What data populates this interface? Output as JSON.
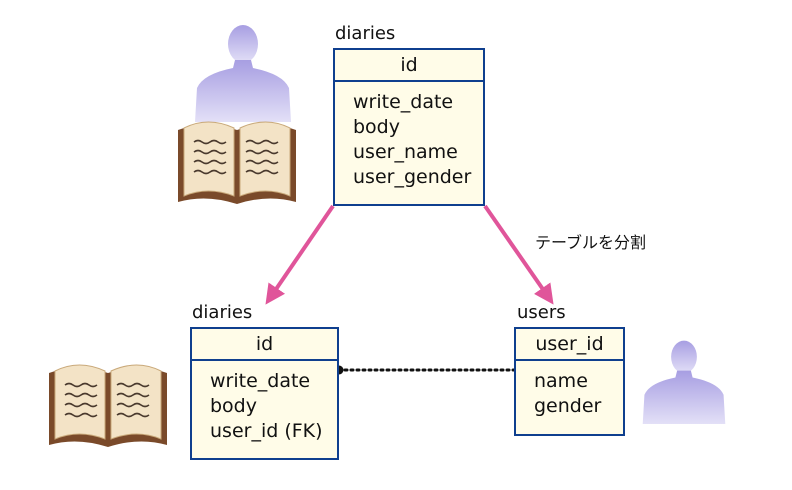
{
  "original": {
    "table_name": "diaries",
    "primary_key": "id",
    "columns": [
      "write_date",
      "body",
      "user_name",
      "user_gender"
    ]
  },
  "split_caption": "テーブルを分割",
  "diaries": {
    "table_name": "diaries",
    "primary_key": "id",
    "columns": [
      "write_date",
      "body",
      "user_id (FK)"
    ]
  },
  "users": {
    "table_name": "users",
    "primary_key": "user_id",
    "columns": [
      "name",
      "gender"
    ]
  },
  "colors": {
    "table_border": "#0f3f8e",
    "table_fill": "#fffce8",
    "arrow": "#e0559a",
    "person": "#b7b0e6",
    "book_cover": "#7a4a2a"
  },
  "icons": [
    "person-icon",
    "book-icon"
  ]
}
